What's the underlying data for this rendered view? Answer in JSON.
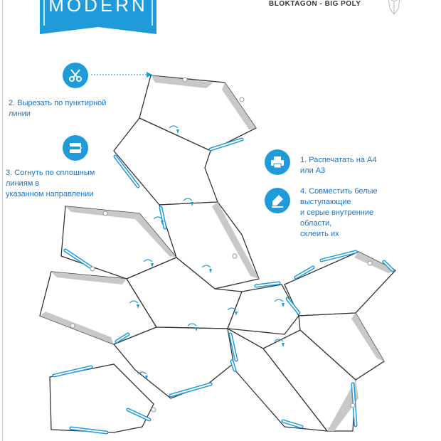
{
  "header": {
    "brand_text": "MODERN",
    "doc_title": "BLOKTAGON - BIG POLY",
    "logo_icon": "shield-outline-icon",
    "accent_color": "#1f9bd9"
  },
  "steps": [
    {
      "icon": "scissors-icon",
      "text_lines": [
        "2. Вырезать по пунктирной",
        "линии"
      ]
    },
    {
      "icon": "fold-icon",
      "text_lines": [
        "3. Согнуть по сплошным",
        "линиям в",
        "указанном направлении"
      ]
    },
    {
      "icon": "printer-icon",
      "text_lines": [
        "1. Распечатать на А4",
        "или А3"
      ]
    },
    {
      "icon": "glue-icon",
      "text_lines": [
        "4. Совместить белые",
        "выступающие",
        "и серые внутренние",
        "области,",
        "склеить их"
      ]
    }
  ]
}
